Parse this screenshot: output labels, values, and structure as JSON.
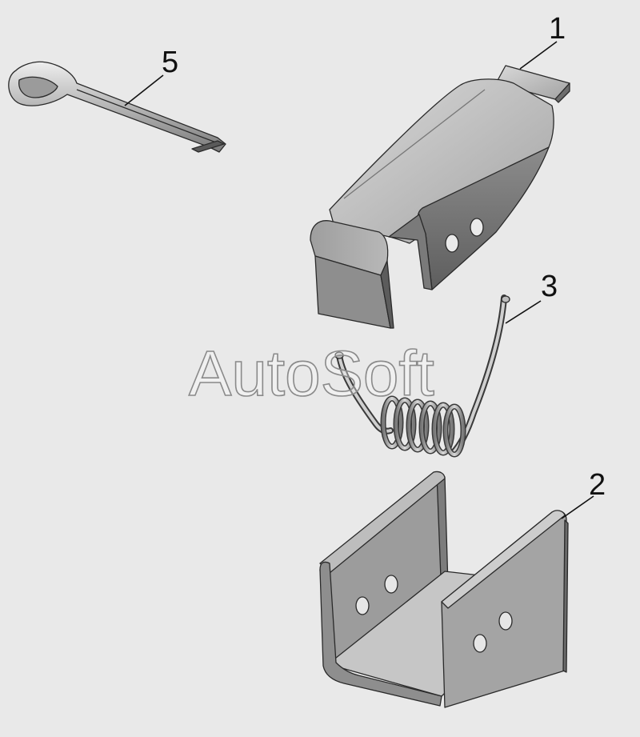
{
  "watermark": "AutoSoft",
  "callouts": [
    {
      "id": "1",
      "part": "latch"
    },
    {
      "id": "2",
      "part": "bracket"
    },
    {
      "id": "3",
      "part": "spring"
    },
    {
      "id": "5",
      "part": "cotter-pin"
    }
  ],
  "colors": {
    "background": "#e9e9e9",
    "metal_light": "#cfcfcf",
    "metal_mid": "#a9a9a9",
    "metal_dark": "#6f6f6f",
    "outline": "#2a2a2a"
  }
}
